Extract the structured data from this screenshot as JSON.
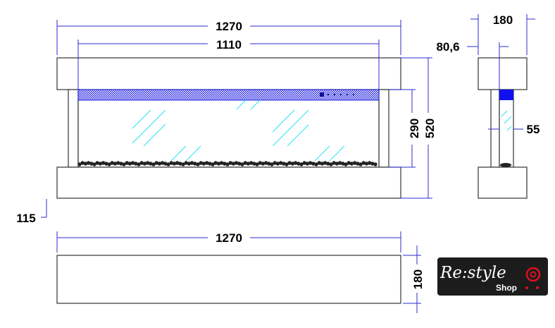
{
  "front_view": {
    "width_total": "1270",
    "width_glass": "1110",
    "height_glass": "290",
    "height_total": "520",
    "base_offset": "115"
  },
  "side_view": {
    "depth_total": "180",
    "inset_depth": "80,6",
    "glass_depth": "55"
  },
  "plinth_view": {
    "width": "1270",
    "depth": "180"
  },
  "logo": {
    "brand": "Re:style",
    "sub": "Shop",
    "colors": {
      "background": "#1c1c1c",
      "text": "#ffffff",
      "accent": "#e0101e"
    }
  },
  "colors": {
    "dimension": "#2b2bd0",
    "glass_reflection": "#22e6f0",
    "control_strip": "#2020e0"
  }
}
